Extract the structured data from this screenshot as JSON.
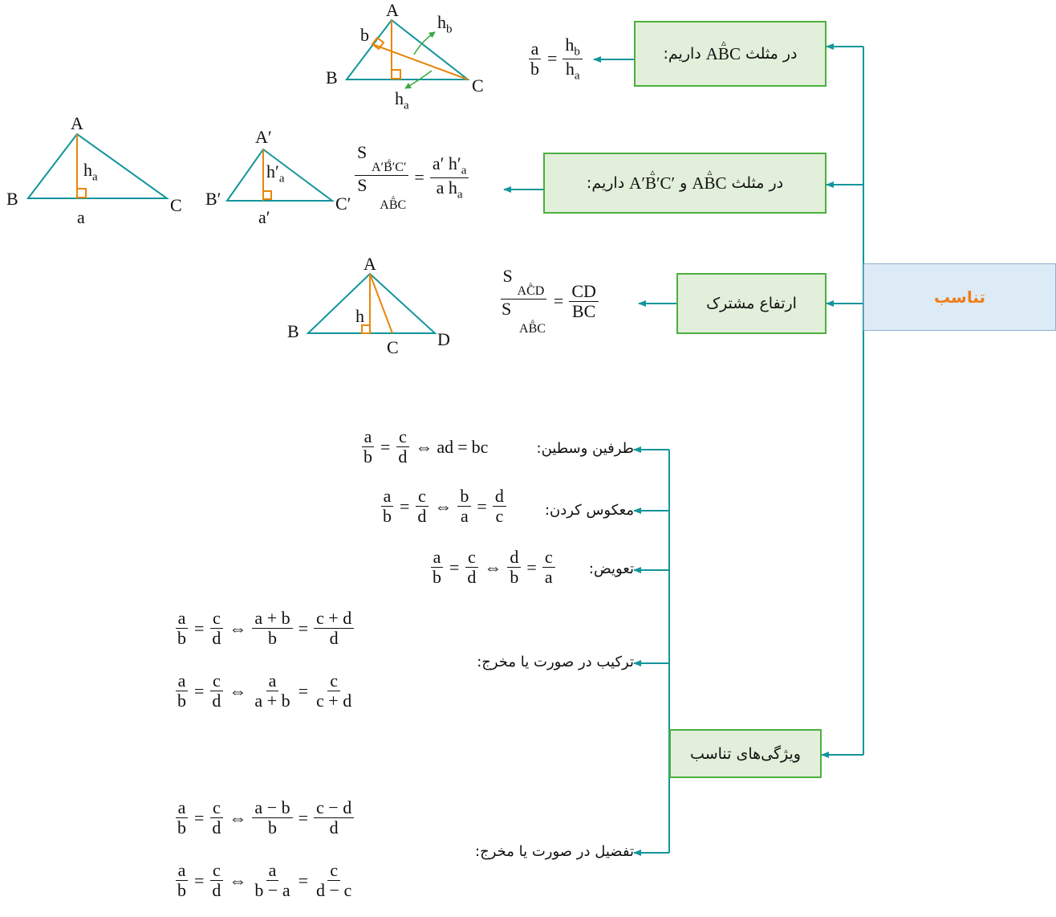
{
  "colors": {
    "teal": "#13959c",
    "orange": "#e8850a",
    "green_border": "#4caf3e",
    "green_fill": "#e2efda",
    "blue_fill": "#ddebf7",
    "root_text": "#f07d1a"
  },
  "root": {
    "label": "تناسب"
  },
  "boxes": {
    "b1": {
      "prefix": "در مثلث",
      "tri": [
        "A",
        "B",
        "C"
      ],
      "suffix": "داریم:"
    },
    "b2": {
      "prefix": "در مثلث",
      "tri1": [
        "A",
        "B",
        "C"
      ],
      "conj": "و",
      "tri2": [
        "A′",
        "B′",
        "C′"
      ],
      "suffix": "داریم:"
    },
    "b3": {
      "label": "ارتفاع مشترک"
    },
    "b4": {
      "label": "ویژگی‌های تناسب"
    }
  },
  "properties": {
    "p1": "طرفین وسطین:",
    "p2": "معکوس کردن:",
    "p3": "تعویض:",
    "p4": "ترکیب در صورت یا مخرج:",
    "p5": "تفضیل در صورت یا مخرج:"
  },
  "sym": {
    "eq": "=",
    "iff": "⇔",
    "plus": "+",
    "minus": "−",
    "S": "S"
  },
  "v": {
    "a": "a",
    "b": "b",
    "c": "c",
    "d": "d",
    "ad": "ad",
    "bc": "bc",
    "hb_h": "h",
    "hb_s": "b",
    "ha_h": "h",
    "ha_s": "a",
    "ap": "a′",
    "hap": "h′",
    "CD": "CD",
    "BC": "BC",
    "ACD": [
      "A",
      "C",
      "D"
    ],
    "ABC": [
      "A",
      "B",
      "C"
    ],
    "ApBpCp": [
      "A′",
      "B′",
      "C′"
    ]
  },
  "triangles": {
    "t1": {
      "A": "A",
      "B": "B",
      "C": "C",
      "b": "b",
      "hb": "h",
      "hb_sub": "b",
      "ha": "h",
      "ha_sub": "a"
    },
    "t2": {
      "A": "A",
      "B": "B",
      "C": "C",
      "h": "h",
      "h_sub": "a",
      "base": "a"
    },
    "t3": {
      "A": "A′",
      "B": "B′",
      "C": "C′",
      "h": "h′",
      "h_sub": "a",
      "base": "a′"
    },
    "t4": {
      "A": "A",
      "B": "B",
      "C": "C",
      "D": "D",
      "h": "h"
    }
  }
}
